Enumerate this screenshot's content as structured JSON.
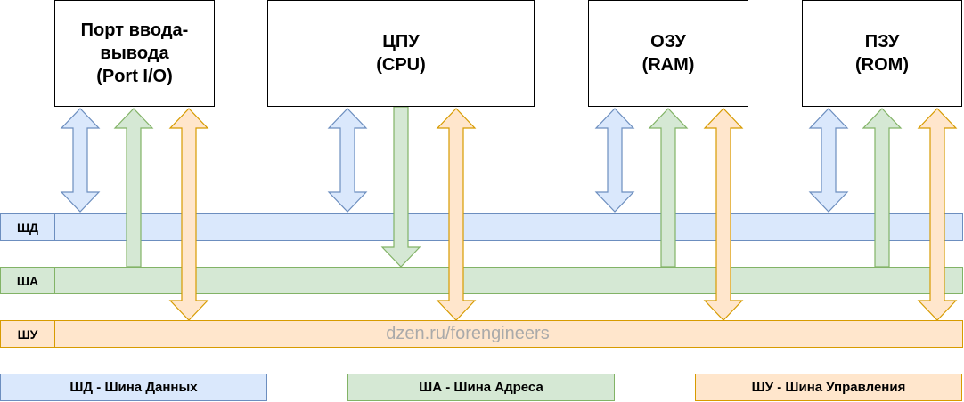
{
  "components": [
    {
      "id": "io",
      "text": "Порт ввода-\nвывода\n(Port I/O)"
    },
    {
      "id": "cpu",
      "text": "ЦПУ\n(CPU)"
    },
    {
      "id": "ram",
      "text": "ОЗУ\n(RAM)"
    },
    {
      "id": "rom",
      "text": "ПЗУ\n(ROM)"
    }
  ],
  "buses": [
    {
      "id": "data",
      "label": "ШД",
      "fill": "#dae8fc",
      "stroke": "#6c8ebf"
    },
    {
      "id": "address",
      "label": "ША",
      "fill": "#d5e8d4",
      "stroke": "#82b366"
    },
    {
      "id": "control",
      "label": "ШУ",
      "fill": "#ffe6cc",
      "stroke": "#d79b00"
    }
  ],
  "legend": [
    {
      "text": "ШД - Шина Данных"
    },
    {
      "text": "ША - Шина Адреса"
    },
    {
      "text": "ШУ - Шина Управления"
    }
  ],
  "connections": [
    {
      "component": "io",
      "bus": "data",
      "direction": "both"
    },
    {
      "component": "io",
      "bus": "address",
      "direction": "to-component"
    },
    {
      "component": "io",
      "bus": "control",
      "direction": "both"
    },
    {
      "component": "cpu",
      "bus": "data",
      "direction": "both"
    },
    {
      "component": "cpu",
      "bus": "address",
      "direction": "to-bus"
    },
    {
      "component": "cpu",
      "bus": "control",
      "direction": "both"
    },
    {
      "component": "ram",
      "bus": "data",
      "direction": "both"
    },
    {
      "component": "ram",
      "bus": "address",
      "direction": "to-component"
    },
    {
      "component": "ram",
      "bus": "control",
      "direction": "both"
    },
    {
      "component": "rom",
      "bus": "data",
      "direction": "both"
    },
    {
      "component": "rom",
      "bus": "address",
      "direction": "to-component"
    },
    {
      "component": "rom",
      "bus": "control",
      "direction": "both"
    }
  ],
  "watermark": "dzen.ru/forengineers"
}
